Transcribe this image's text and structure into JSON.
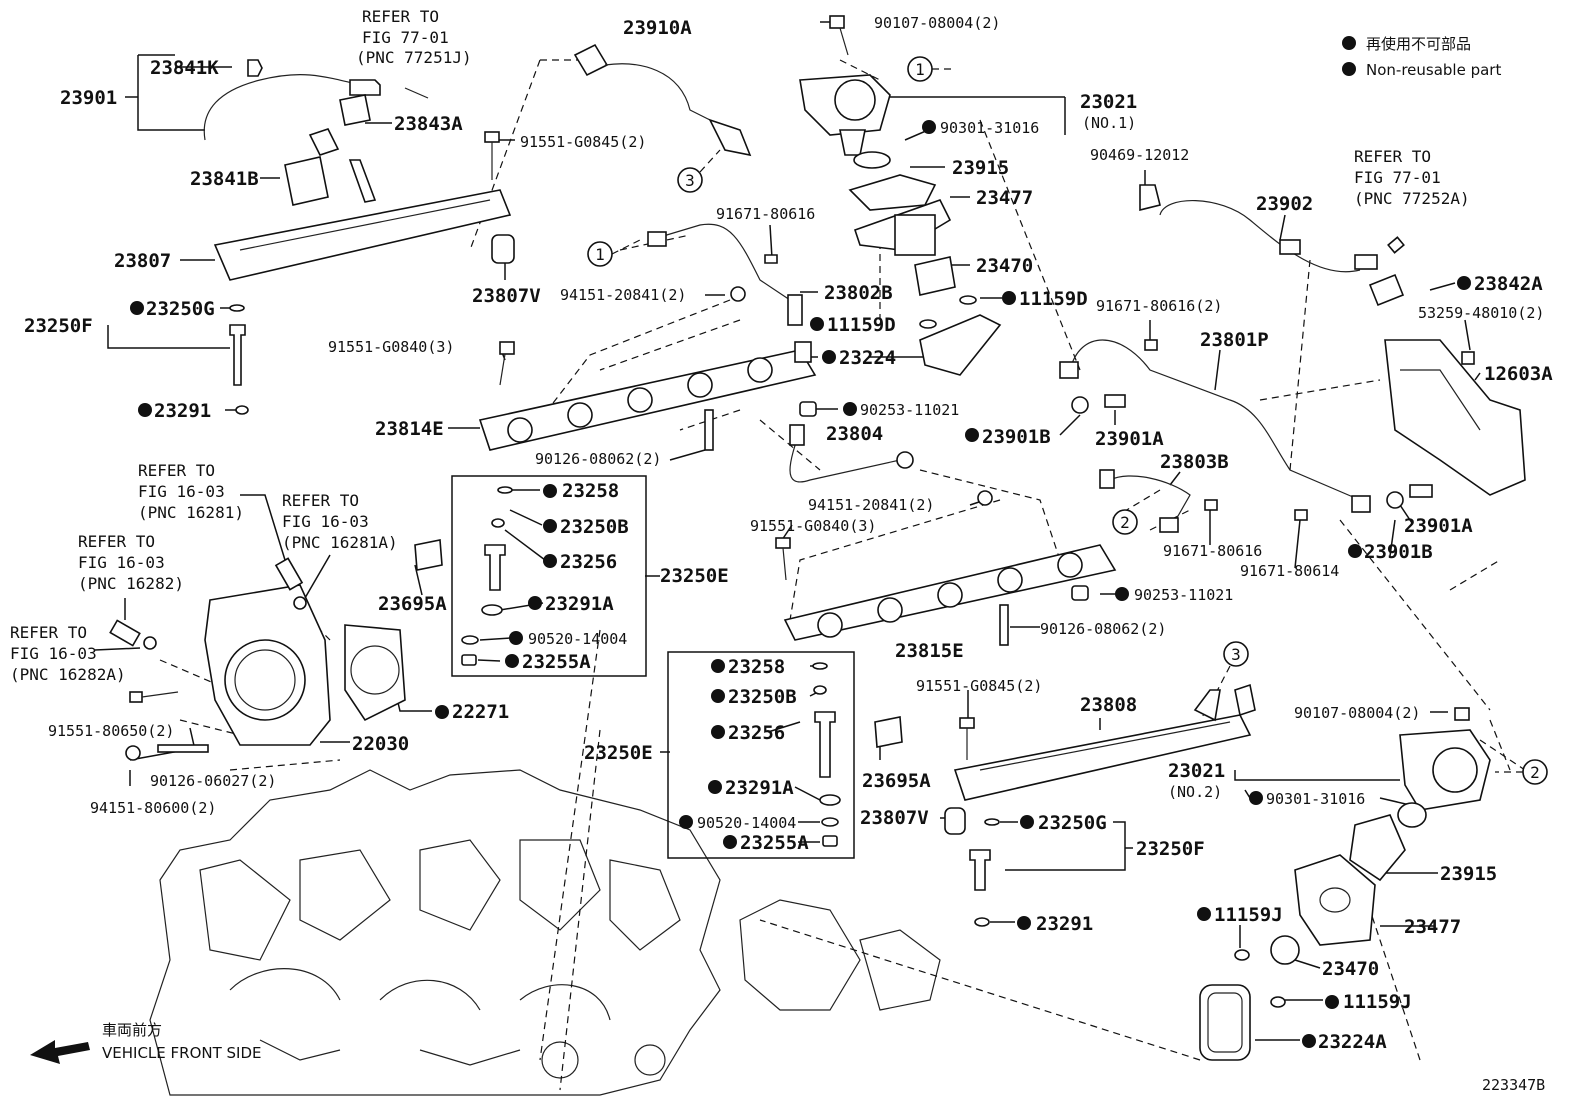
{
  "legend": {
    "jp": "再使用不可部品",
    "en": "Non-reusable part"
  },
  "front": {
    "jp": "車両前方",
    "en": "VEHICLE FRONT SIDE"
  },
  "figure_code": "223347B",
  "callouts": {
    "c1": "1",
    "c2": "2",
    "c3": "3"
  },
  "refs": {
    "r77_01_a": [
      "REFER TO",
      "FIG 77-01",
      "(PNC 77251J)"
    ],
    "r77_01_b": [
      "REFER TO",
      "FIG 77-01",
      "(PNC 77252A)"
    ],
    "r16_281": [
      "REFER TO",
      "FIG 16-03",
      "(PNC 16281)"
    ],
    "r16_281a": [
      "REFER TO",
      "FIG 16-03",
      "(PNC 16281A)"
    ],
    "r16_282": [
      "REFER TO",
      "FIG 16-03",
      "(PNC 16282)"
    ],
    "r16_282a": [
      "REFER TO",
      "FIG 16-03",
      "(PNC 16282A)"
    ]
  },
  "parts": {
    "p23901": "23901",
    "p23841K": "23841K",
    "p23843A": "23843A",
    "p23841B": "23841B",
    "p23807": "23807",
    "p23807V_a": "23807V",
    "p23250F_a": "23250F",
    "p23250G_a": "23250G",
    "p23291_a": "23291",
    "p91551G0845_a": "91551-G0845(2)",
    "p23910A": "23910A",
    "p91551G0840_a": "91551-G0840(3)",
    "p23814E": "23814E",
    "p90126_08062_a": "90126-08062(2)",
    "p91671_80616_a": "91671-80616",
    "p94151_20841_a": "94151-20841(2)",
    "p23802B": "23802B",
    "p11159D_a": "11159D",
    "p23224": "23224",
    "p90253_11021_a": "90253-11021",
    "p23804": "23804",
    "p90107_08004_a": "90107-08004(2)",
    "p23021_1": "23021",
    "p23021_1_sub": "(NO.1)",
    "p90301_31016_a": "90301-31016",
    "p23915_a": "23915",
    "p23477_a": "23477",
    "p23470_a": "23470",
    "p11159D_b": "11159D",
    "p90469": "90469-12012",
    "p23902": "23902",
    "p23842A": "23842A",
    "p53259": "53259-48010(2)",
    "p12603A": "12603A",
    "p91671_80616_2": "91671-80616(2)",
    "p23801P": "23801P",
    "p23901B_a": "23901B",
    "p23901A_a": "23901A",
    "p23803B": "23803B",
    "p94151_20841_b": "94151-20841(2)",
    "p91551G0840_b": "91551-G0840(3)",
    "p91671_80616_b": "91671-80616",
    "p91671_80614": "91671-80614",
    "p23901A_b": "23901A",
    "p23901B_b": "23901B",
    "p90253_11021_b": "90253-11021",
    "p90126_08062_b": "90126-08062(2)",
    "p23815E": "23815E",
    "p23258_a": "23258",
    "p23250B_a": "23250B",
    "p23256_a": "23256",
    "p23250E_a": "23250E",
    "p23291A_a": "23291A",
    "p90520_a": "90520-14004",
    "p23255A_a": "23255A",
    "p23695A_a": "23695A",
    "p22271": "22271",
    "p22030": "22030",
    "p91551_80650": "91551-80650(2)",
    "p90126_06027": "90126-06027(2)",
    "p94151_80600": "94151-80600(2)",
    "p23258_b": "23258",
    "p23250B_b": "23250B",
    "p23256_b": "23256",
    "p23250E_b": "23250E",
    "p23291A_b": "23291A",
    "p90520_b": "90520-14004",
    "p23255A_b": "23255A",
    "p23695A_b": "23695A",
    "p23807V_b": "23807V",
    "p91551G0845_b": "91551-G0845(2)",
    "p23808": "23808",
    "p23250G_b": "23250G",
    "p23250F_b": "23250F",
    "p23291_b": "23291",
    "p23021_2": "23021",
    "p23021_2_sub": "(NO.2)",
    "p90107_08004_b": "90107-08004(2)",
    "p90301_31016_b": "90301-31016",
    "p23915_b": "23915",
    "p23477_b": "23477",
    "p23470_b": "23470",
    "p11159J_a": "11159J",
    "p11159J_b": "11159J",
    "p23224A": "23224A"
  }
}
